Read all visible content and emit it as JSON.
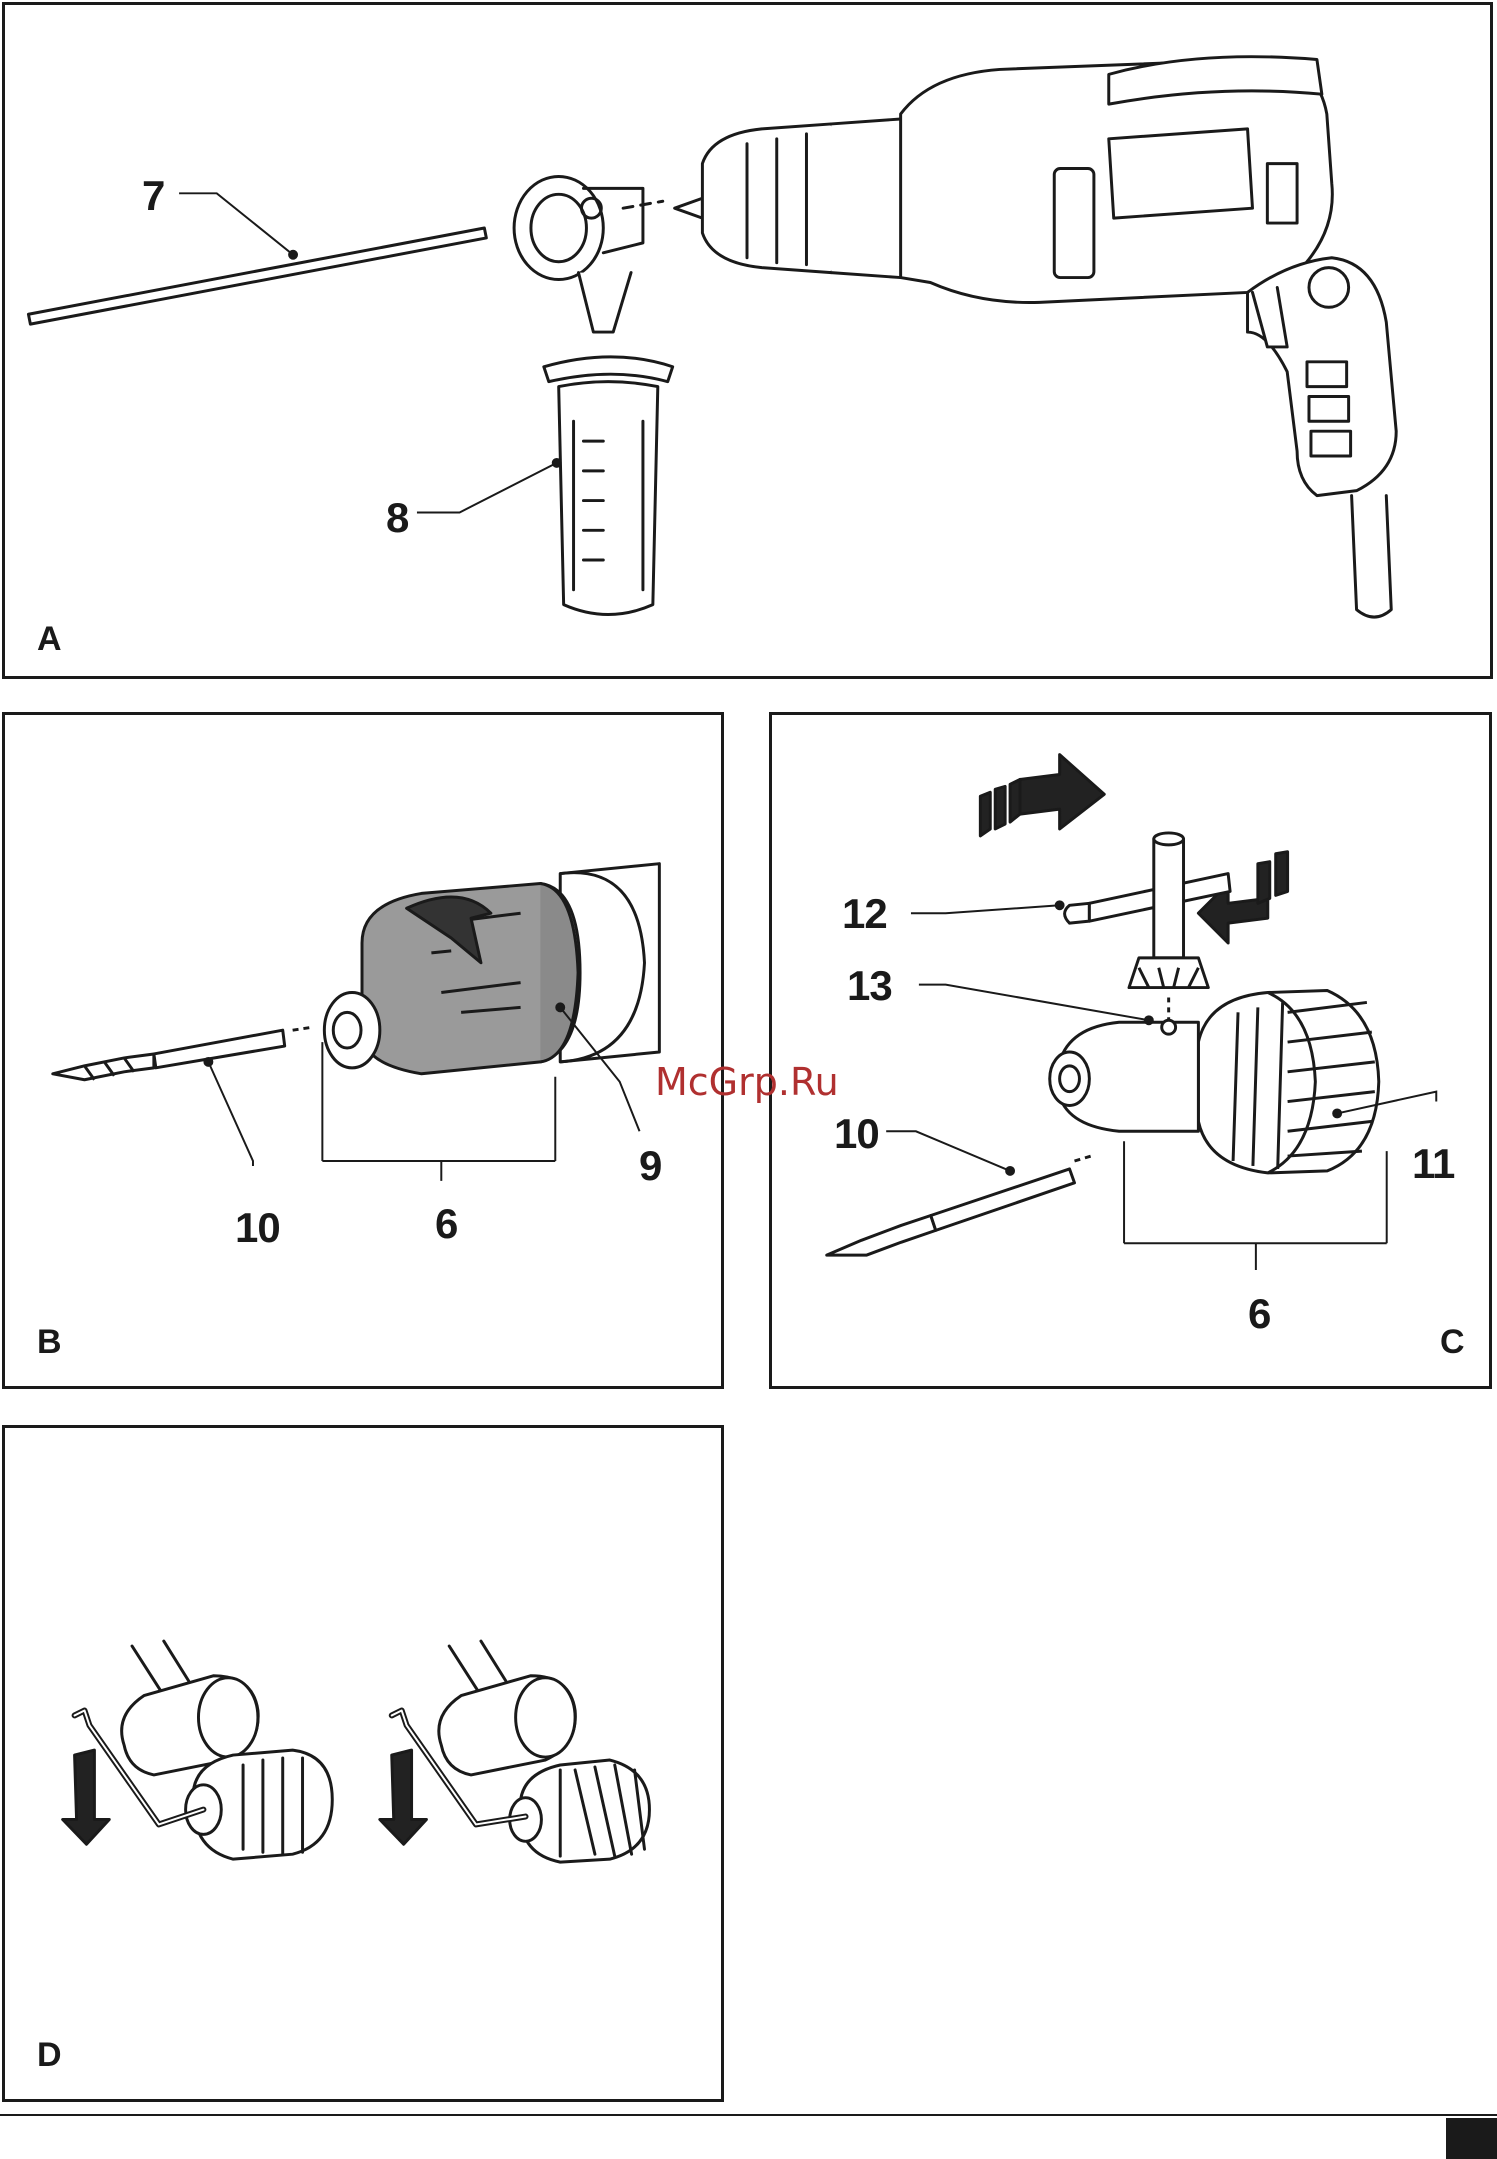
{
  "panels": {
    "a": {
      "label": "A",
      "callouts": [
        {
          "id": "7",
          "text": "7"
        },
        {
          "id": "8",
          "text": "8"
        }
      ]
    },
    "b": {
      "label": "B",
      "callouts": [
        {
          "id": "10",
          "text": "10"
        },
        {
          "id": "6",
          "text": "6"
        },
        {
          "id": "9",
          "text": "9"
        }
      ]
    },
    "c": {
      "label": "C",
      "callouts": [
        {
          "id": "12",
          "text": "12"
        },
        {
          "id": "13",
          "text": "13"
        },
        {
          "id": "10",
          "text": "10"
        },
        {
          "id": "11",
          "text": "11"
        },
        {
          "id": "6",
          "text": "6"
        }
      ]
    },
    "d": {
      "label": "D"
    }
  },
  "watermark": "McGrp.Ru",
  "colors": {
    "line": "#1a1a1a",
    "fill_gray": "#9a9a9a",
    "watermark": "#b03030"
  }
}
